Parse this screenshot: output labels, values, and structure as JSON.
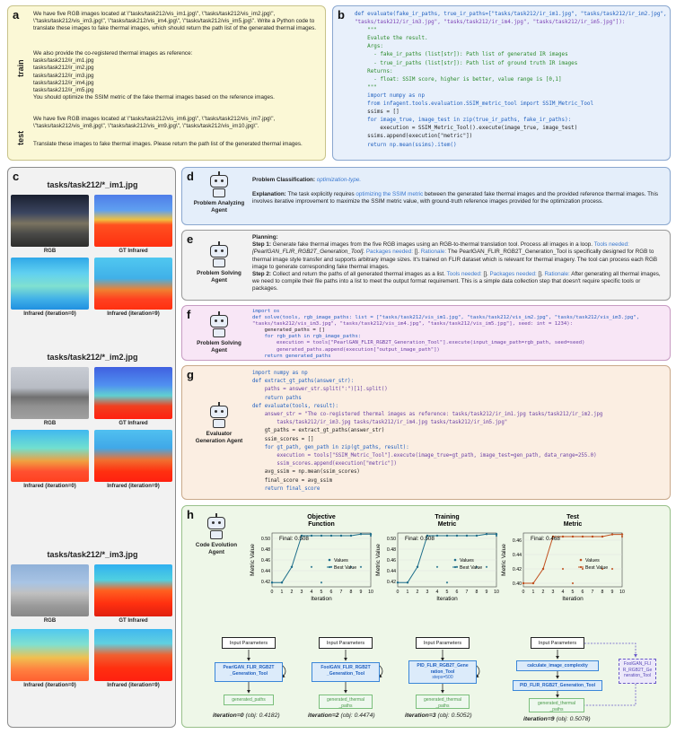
{
  "labels": {
    "a": "a",
    "b": "b",
    "c": "c",
    "d": "d",
    "e": "e",
    "f": "f",
    "g": "g",
    "h": "h"
  },
  "panel_a": {
    "train_tag": "train",
    "test_tag": "test",
    "train_p1": "We have five RGB images located at \\\"tasks/task212/vis_im1.jpg\\\", \\\"tasks/task212/vis_im2.jpg\\\", \\\"tasks/task212/vis_im3.jpg\\\", \\\"tasks/task212/vis_im4.jpg\\\", \\\"tasks/task212/vis_im5.jpg\\\". Write a Python code to translate these images to fake thermal images, which should return the path list of the generated thermal images.",
    "train_p2_head": "We also provide the co-registered thermal images as reference:",
    "train_refs": [
      "tasks/task212/ir_im1.jpg",
      "tasks/task212/ir_im2.jpg",
      "tasks/task212/ir_im3.jpg",
      "tasks/task212/ir_im4.jpg",
      "tasks/task212/ir_im5.jpg"
    ],
    "train_p2_tail": "You should optimize the SSIM metric of the fake thermal images based on the reference images.",
    "test_p1": "We have five RGB images located at \\\"tasks/task212/vis_im6.jpg\\\", \\\"tasks/task212/vis_im7.jpg\\\", \\\"tasks/task212/vis_im8.jpg\\\", \\\"tasks/task212/vis_im9.jpg\\\", \\\"tasks/task212/vis_im10.jpg\\\".",
    "test_p2": "Translate these images to fake thermal images. Please return the path list of the generated thermal images."
  },
  "panel_b": {
    "lines": [
      [
        "def evaluate(fake_ir_paths, true_ir_paths=[\"tasks/task212/ir_im1.jpg\", \"tasks/task212/ir_im2.jpg\",",
        "kw"
      ],
      [
        "\"tasks/task212/ir_im3.jpg\", \"tasks/task212/ir_im4.jpg\", \"tasks/task212/ir_im5.jpg\"]):",
        "str"
      ],
      [
        "    \"\"\"",
        "cm"
      ],
      [
        "    Evalute the result.",
        "cm"
      ],
      [
        "    Args:",
        "cm"
      ],
      [
        "      - fake_ir_paths (list[str]): Path list of generated IR images",
        "cm"
      ],
      [
        "      - true_ir_paths (list[str]): Path list of ground truth IR images",
        "cm"
      ],
      [
        "    Returns:",
        "cm"
      ],
      [
        "      - float: SSIM score, higher is better, value range is [0,1]",
        "cm"
      ],
      [
        "    \"\"\"",
        "cm"
      ],
      [
        "    import numpy as np",
        "kw"
      ],
      [
        "    from infagent.tools.evaluation.SSIM_metric_tool import SSIM_Metric_Tool",
        "kw"
      ],
      [
        "    ssims = []",
        "tx"
      ],
      [
        "    for image_true, image_test in zip(true_ir_paths, fake_ir_paths):",
        "kw"
      ],
      [
        "        execution = SSIM_Metric_Tool().execute(image_true, image_test)",
        "tx"
      ],
      [
        "    ssims.append(execution[\"metric\"])",
        "tx"
      ],
      [
        "",
        "tx"
      ],
      [
        "    return np.mean(ssims).item()",
        "kw"
      ]
    ]
  },
  "panel_c": {
    "groups": [
      {
        "title": "tasks/task212/*_im1.jpg",
        "cap_rgb": "RGB",
        "cap_gt": "GT Infrared",
        "cap_i0": "Infrared (iteration=0)",
        "cap_i9": "Infrared (iteration=9)"
      },
      {
        "title": "tasks/task212/*_im2.jpg",
        "cap_rgb": "RGB",
        "cap_gt": "GT Infrared",
        "cap_i0": "Infrared (iteration=0)",
        "cap_i9": "Infrared (iteration=9)"
      },
      {
        "title": "tasks/task212/*_im3.jpg",
        "cap_rgb": "RGB",
        "cap_gt": "GT Infrared",
        "cap_i0": "Infrared (iteration=0)",
        "cap_i9": "Infrared (iteration=9)"
      }
    ]
  },
  "panel_d": {
    "agent": "Problem Analyzing Agent",
    "class_label": "Problem Classification:",
    "class_value": "optimization-type.",
    "expl_label": "Explanation:",
    "expl_pre": "The task explicitly requires",
    "expl_hl": "optimizing the SSIM metric",
    "expl_post": "between the generated fake thermal images and the provided reference thermal images. This involves iterative improvement to maximize the SSIM metric value, with ground-truth reference images provided for the optimization process."
  },
  "panel_e": {
    "agent": "Problem Solving Agent",
    "heading": "Planning:",
    "s1_label": "Step 1:",
    "s1_text": "Generate fake thermal images from the five RGB images using an RGB-to-thermal translation tool. Process all images in a loop.",
    "s1_tools_label": "Tools needed:",
    "s1_tools": "[PearlGAN_FLIR_RGB2T_Generation_Tool].",
    "s1_pkg_label": "Packages needed:",
    "s1_pkg": "[].",
    "s1_rat_label": "Rationale:",
    "s1_rat": "The PearlGAN_FLIR_RGB2T_Generation_Tool is specifically designed for RGB to thermal image style transfer and supports arbitrary image sizes. It's trained on FLIR dataset which is relevant for thermal imagery. The tool can process each RGB image to generate corresponding fake thermal images.",
    "s2_label": "Step 2:",
    "s2_text": "Collect and return the paths of all generated thermal images as a list.",
    "s2_tools_label": "Tools needed:",
    "s2_tools": "[].",
    "s2_pkg_label": "Packages needed:",
    "s2_pkg": "[].",
    "s2_rat_label": "Rationale:",
    "s2_rat": "After generating all thermal images, we need to compile their file paths into a list to meet the output format requirement. This is a simple data collection step that doesn't require specific tools or packages."
  },
  "panel_f": {
    "agent": "Problem Solving Agent",
    "lines": [
      "import os",
      "def solve(tools, rgb_image_paths: list = [\"tasks/task212/vis_im1.jpg\", \"tasks/task212/vis_im2.jpg\", \"tasks/task212/vis_im3.jpg\",",
      "\"tasks/task212/vis_im3.jpg\", \"tasks/task212/vis_im4.jpg\", \"tasks/task212/vis_im5.jpg\"], seed: int = 1234):",
      "    generated_paths = []",
      "    for rgb_path in rgb_image_paths:",
      "        execution = tools[\"PearlGAN_FLIR_RGB2T_Generation_Tool\"].execute(input_image_path=rgb_path, seed=seed)",
      "        generated_paths.append(execution[\"output_image_path\"])",
      "    return generated_paths"
    ]
  },
  "panel_g": {
    "agent": "Evaluator Generation Agent",
    "lines": [
      "import numpy as np",
      "def extract_gt_paths(answer_str):",
      "    paths = answer_str.split(\":\")[1].split()",
      "    return paths",
      "def evaluate(tools, result):",
      "    answer_str = \"The co-registered thermal images as reference: tasks/task212/ir_im1.jpg tasks/task212/ir_im2.jpg",
      "        tasks/task212/ir_im3.jpg tasks/task212/ir_im4.jpg tasks/task212/ir_im5.jpg\"",
      "    gt_paths = extract_gt_paths(answer_str)",
      "    ssim_scores = []",
      "    for gt_path, gen_path in zip(gt_paths, result):",
      "        execution = tools[\"SSIM_Metric_Tool\"].execute(image_true=gt_path, image_test=gen_path, data_range=255.0)",
      "        ssim_scores.append(execution[\"metric\"])",
      "    avg_ssim = np.mean(ssim_scores)",
      "    final_score = avg_ssim",
      "    return final_score"
    ]
  },
  "panel_h": {
    "agent": "Code Evolution Agent",
    "ylabel": "Metric Value",
    "xlabel": "Iteration",
    "legend_values": "Values",
    "legend_best": "Best Value",
    "flow_input": "Input Parameters",
    "tool_pearl": "PearlGAN_FLIR_RGB2T _Generation_Tool",
    "tool_fool": "FoolGAN_FLIR_RGB2T _Generation_Tool",
    "tool_pid": "PID_FLIR_RGB2T_Gene ration_Tool",
    "tool_pid_steps": "steps=500",
    "tool_calc": "calculate_image_complexity",
    "tool_pid9": "PID_FLIR_RGB2T_Generation_Tool",
    "tool_fool9": "FoolGAN_FLI R_RGB2T_Ge neration_Tool",
    "out_paths": "generated_paths",
    "out_paths2": "generated_thermal _paths",
    "iters": [
      {
        "label": "iteration=0",
        "obj": "(obj: 0.4182)"
      },
      {
        "label": "iteration=2",
        "obj": "(obj: 0.4474)"
      },
      {
        "label": "iteration=3",
        "obj": "(obj: 0.5052)"
      },
      {
        "label": "iteration=9",
        "obj": "(obj: 0.5078)"
      }
    ]
  },
  "chart_data": [
    {
      "type": "scatter",
      "title": "Objective Function",
      "xlabel": "Iteration",
      "ylabel": "Metric Value",
      "final_label": "Final: 0.508",
      "xlim": [
        0,
        10
      ],
      "ylim": [
        0.41,
        0.51
      ],
      "yticks": [
        0.42,
        0.44,
        0.46,
        0.48,
        0.5
      ],
      "series": [
        {
          "name": "Values",
          "x": [
            0,
            1,
            2,
            3,
            4,
            5,
            6,
            7,
            8,
            9,
            10
          ],
          "y": [
            0.418,
            0.418,
            0.447,
            0.505,
            0.447,
            0.418,
            0.447,
            0.505,
            0.447,
            0.447,
            0.505
          ]
        },
        {
          "name": "Best Value",
          "x": [
            0,
            1,
            2,
            3,
            4,
            5,
            6,
            7,
            8,
            9,
            10
          ],
          "y": [
            0.418,
            0.418,
            0.447,
            0.505,
            0.505,
            0.505,
            0.505,
            0.505,
            0.505,
            0.508,
            0.508
          ]
        }
      ],
      "color": "#1f6f8b"
    },
    {
      "type": "scatter",
      "title": "Training Metric",
      "xlabel": "Iteration",
      "ylabel": "Metric Value",
      "final_label": "Final: 0.508",
      "xlim": [
        0,
        10
      ],
      "ylim": [
        0.41,
        0.51
      ],
      "yticks": [
        0.42,
        0.44,
        0.46,
        0.48,
        0.5
      ],
      "series": [
        {
          "name": "Values",
          "x": [
            0,
            1,
            2,
            3,
            4,
            5,
            6,
            7,
            8,
            9,
            10
          ],
          "y": [
            0.418,
            0.418,
            0.447,
            0.505,
            0.447,
            0.418,
            0.447,
            0.505,
            0.447,
            0.447,
            0.505
          ]
        },
        {
          "name": "Best Value",
          "x": [
            0,
            1,
            2,
            3,
            4,
            5,
            6,
            7,
            8,
            9,
            10
          ],
          "y": [
            0.418,
            0.418,
            0.447,
            0.505,
            0.505,
            0.505,
            0.505,
            0.505,
            0.505,
            0.508,
            0.508
          ]
        }
      ],
      "color": "#1f6f8b"
    },
    {
      "type": "scatter",
      "title": "Test Metric",
      "xlabel": "Iteration",
      "ylabel": "Metric Value",
      "final_label": "Final: 0.468",
      "xlim": [
        0,
        10
      ],
      "ylim": [
        0.395,
        0.47
      ],
      "yticks": [
        0.4,
        0.42,
        0.44,
        0.46
      ],
      "series": [
        {
          "name": "Values",
          "x": [
            0,
            1,
            2,
            3,
            4,
            5,
            6,
            7,
            8,
            9,
            10
          ],
          "y": [
            0.4,
            0.4,
            0.42,
            0.465,
            0.42,
            0.4,
            0.42,
            0.465,
            0.42,
            0.42,
            0.465
          ]
        },
        {
          "name": "Best Value",
          "x": [
            0,
            1,
            2,
            3,
            4,
            5,
            6,
            7,
            8,
            9,
            10
          ],
          "y": [
            0.4,
            0.4,
            0.42,
            0.465,
            0.465,
            0.465,
            0.465,
            0.465,
            0.465,
            0.468,
            0.468
          ]
        }
      ],
      "color": "#c0501f"
    }
  ]
}
